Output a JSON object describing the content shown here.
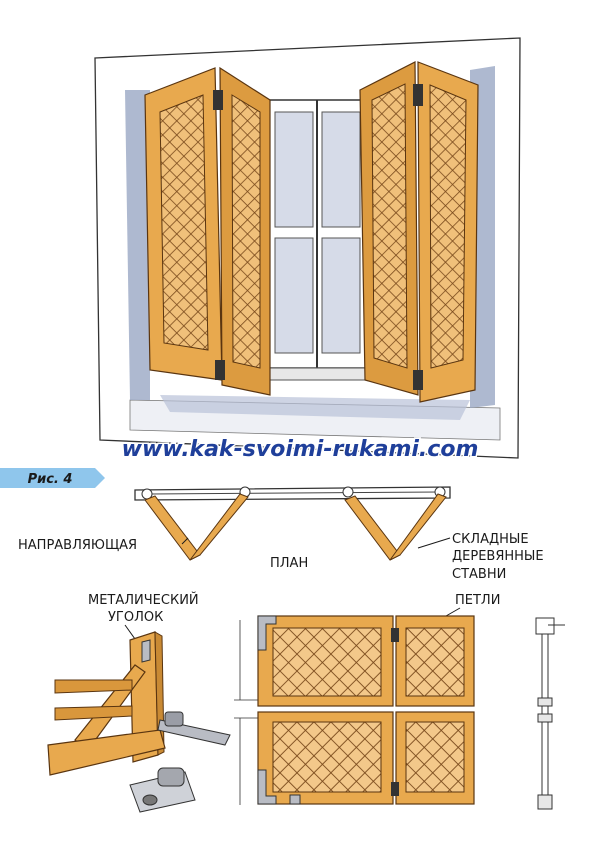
{
  "watermark": "www.kak-svoimi-rukami.com",
  "figure_label": "Рис. 4",
  "labels": {
    "guide": "НАПРАВЛЯЮЩАЯ",
    "plan": "ПЛАН",
    "shutters_line1": "СКЛАДНЫЕ",
    "shutters_line2": "ДЕРЕВЯННЫЕ",
    "shutters_line3": "СТАВНИ",
    "corner_line1": "МЕТАЛИЧЕСКИЙ",
    "corner_line2": "УГОЛОК",
    "hinges": "ПЕТЛИ"
  },
  "colors": {
    "wood": "#e8a94e",
    "wood_dark": "#c98a34",
    "lattice": "#7a4a1c",
    "wall_shadow": "#9aa7c4",
    "glass": "#d6dbe8",
    "metal": "#b9bcc4",
    "watermark": "#1f3f9a",
    "tab": "#8fc6ec"
  }
}
